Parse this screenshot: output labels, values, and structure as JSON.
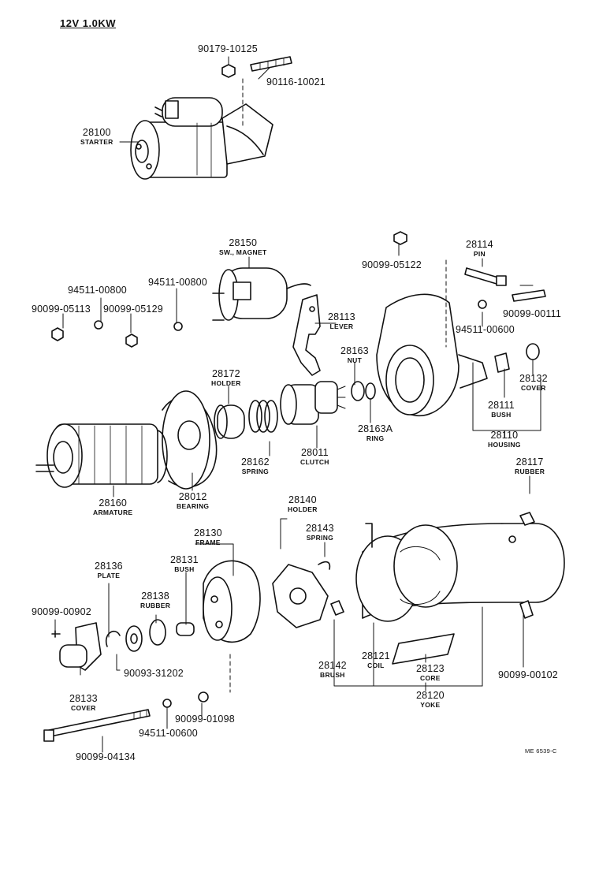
{
  "header": "12V 1.0KW",
  "drawing_code": "ME 6539-C",
  "parts": [
    {
      "num": "90179-10125",
      "name": ""
    },
    {
      "num": "90116-10021",
      "name": ""
    },
    {
      "num": "28100",
      "name": "STARTER"
    },
    {
      "num": "28150",
      "name": "SW., MAGNET"
    },
    {
      "num": "90099-05122",
      "name": ""
    },
    {
      "num": "28114",
      "name": "PIN"
    },
    {
      "num": "94511-00800",
      "name": ""
    },
    {
      "num": "94511-00800",
      "name": ""
    },
    {
      "num": "90099-05113",
      "name": ""
    },
    {
      "num": "90099-05129",
      "name": ""
    },
    {
      "num": "28113",
      "name": "LEVER"
    },
    {
      "num": "90099-00111",
      "name": ""
    },
    {
      "num": "94511-00600",
      "name": ""
    },
    {
      "num": "28163",
      "name": "NUT"
    },
    {
      "num": "28172",
      "name": "HOLDER"
    },
    {
      "num": "28132",
      "name": "COVER"
    },
    {
      "num": "28111",
      "name": "BUSH"
    },
    {
      "num": "28163A",
      "name": "RING"
    },
    {
      "num": "28011",
      "name": "CLUTCH"
    },
    {
      "num": "28110",
      "name": "HOUSING"
    },
    {
      "num": "28162",
      "name": "SPRING"
    },
    {
      "num": "28117",
      "name": "RUBBER"
    },
    {
      "num": "28160",
      "name": "ARMATURE"
    },
    {
      "num": "28012",
      "name": "BEARING"
    },
    {
      "num": "28140",
      "name": "HOLDER"
    },
    {
      "num": "28143",
      "name": "SPRING"
    },
    {
      "num": "28130",
      "name": "FRAME"
    },
    {
      "num": "28131",
      "name": "BUSH"
    },
    {
      "num": "28136",
      "name": "PLATE"
    },
    {
      "num": "28138",
      "name": "RUBBER"
    },
    {
      "num": "90099-00902",
      "name": ""
    },
    {
      "num": "90093-31202",
      "name": ""
    },
    {
      "num": "28142",
      "name": "BRUSH"
    },
    {
      "num": "28121",
      "name": "COIL"
    },
    {
      "num": "28123",
      "name": "CORE"
    },
    {
      "num": "90099-00102",
      "name": ""
    },
    {
      "num": "28133",
      "name": "COVER"
    },
    {
      "num": "28120",
      "name": "YOKE"
    },
    {
      "num": "90099-01098",
      "name": ""
    },
    {
      "num": "94511-00600",
      "name": ""
    },
    {
      "num": "90099-04134",
      "name": ""
    }
  ]
}
